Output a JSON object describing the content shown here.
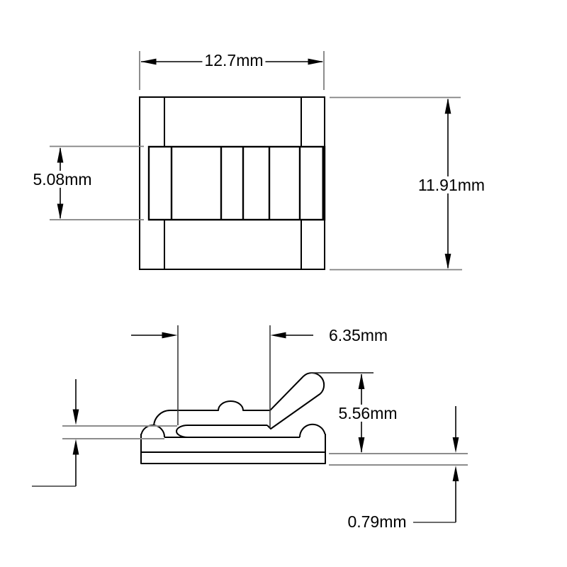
{
  "drawing": {
    "labels": {
      "overall_width": "12.7mm",
      "overall_height": "11.91mm",
      "slot_height": "5.08mm",
      "opening_depth": "6.35mm",
      "clip_height": "5.56mm",
      "base_thickness": "0.79mm"
    },
    "colors": {
      "background": "#ffffff",
      "outline": "#000000",
      "dimension_line": "#000000",
      "extension_line": "#808080",
      "text": "#000000"
    }
  }
}
